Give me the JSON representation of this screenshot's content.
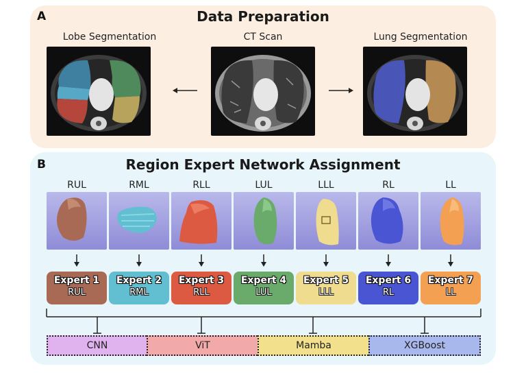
{
  "panel_a": {
    "letter": "A",
    "title": "Data Preparation",
    "images": [
      {
        "label": "Lobe Segmentation"
      },
      {
        "label": "CT Scan"
      },
      {
        "label": "Lung Segmentation"
      }
    ]
  },
  "panel_b": {
    "letter": "B",
    "title": "Region Expert Network Assignment",
    "regions": [
      {
        "label": "RUL",
        "expert": "Expert 1",
        "color": "#a86a55"
      },
      {
        "label": "RML",
        "expert": "Expert 2",
        "color": "#61bfd1"
      },
      {
        "label": "RLL",
        "expert": "Expert 3",
        "color": "#dd5a42"
      },
      {
        "label": "LUL",
        "expert": "Expert 4",
        "color": "#6aaa6a"
      },
      {
        "label": "LLL",
        "expert": "Expert 5",
        "color": "#f0dc8e"
      },
      {
        "label": "RL",
        "expert": "Expert 6",
        "color": "#4a55d4"
      },
      {
        "label": "LL",
        "expert": "Expert 7",
        "color": "#f3a052"
      }
    ],
    "models": [
      {
        "label": "CNN",
        "color": "#e0b2ee"
      },
      {
        "label": "ViT",
        "color": "#f2a9a9"
      },
      {
        "label": "Mamba",
        "color": "#f2e08c"
      },
      {
        "label": "XGBoost",
        "color": "#a9b8ec"
      }
    ]
  }
}
